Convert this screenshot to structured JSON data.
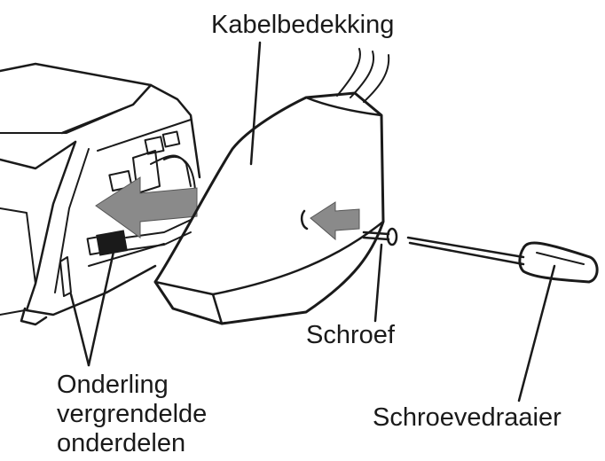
{
  "labels": {
    "cable_cover": "Kabelbedekking",
    "screw": "Schroef",
    "screwdriver": "Schroevedraaier",
    "interlocking_parts": [
      "Onderling",
      "vergrendelde",
      "onderdelen"
    ]
  },
  "colors": {
    "line": "#1a1a1a",
    "arrow_fill": "#8a8a8a",
    "background": "#ffffff"
  }
}
